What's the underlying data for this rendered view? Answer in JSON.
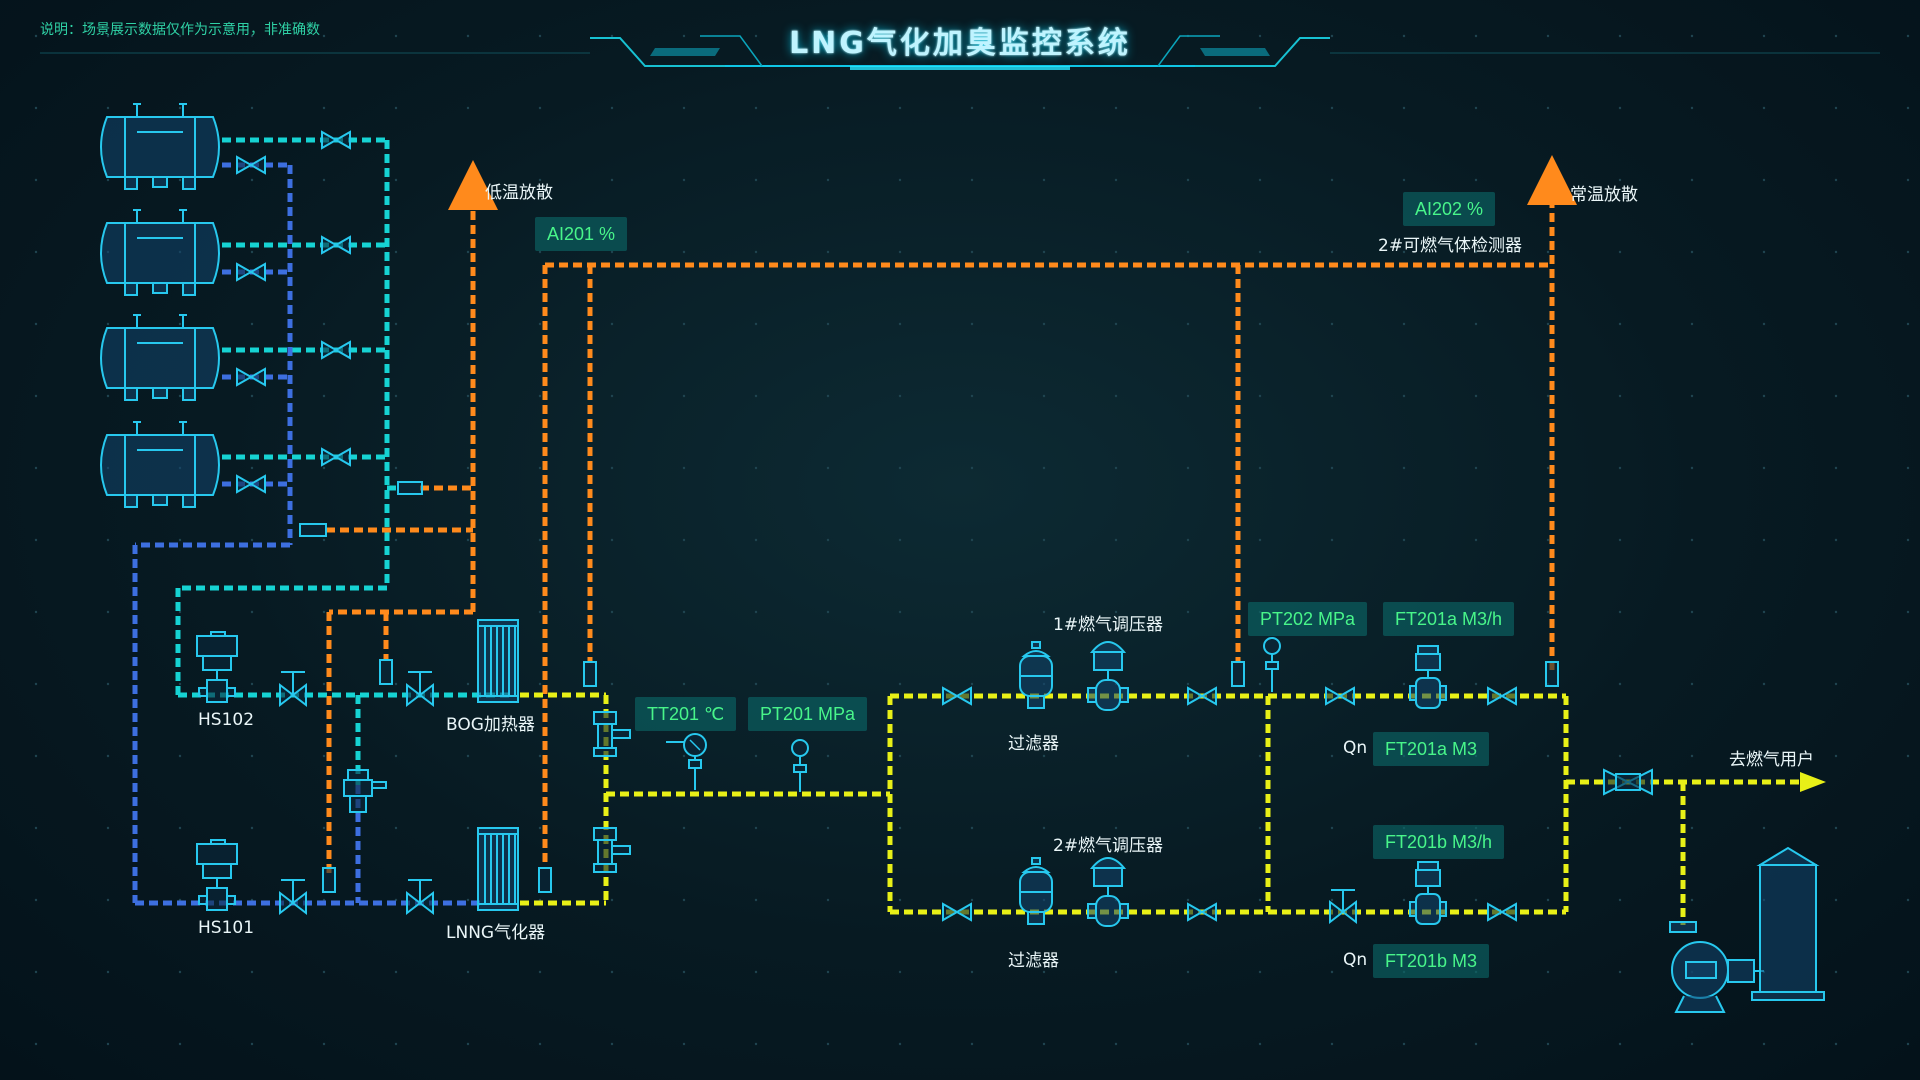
{
  "header": {
    "title": "LNG气化加臭监控系统",
    "note": "说明：场景展示数据仅作为示意用，非准确数"
  },
  "labels": {
    "low_vent": "低温放散",
    "normal_vent": "常温放散",
    "detector": "2#可燃气体检测器",
    "hs102": "HS102",
    "hs101": "HS101",
    "bog_heater": "BOG加热器",
    "lnng_vaporizer": "LNNG气化器",
    "regulator1": "1#燃气调压器",
    "regulator2": "2#燃气调压器",
    "filter1": "过滤器",
    "filter2": "过滤器",
    "to_users": "去燃气用户",
    "qn1": "Qn",
    "qn2": "Qn"
  },
  "tags": {
    "ai201": "AI201 %",
    "ai202": "AI202 %",
    "tt201": "TT201 ℃",
    "pt201": "PT201 MPa",
    "pt202": "PT202 MPa",
    "ft201a_flow": "FT201a M3/h",
    "ft201a_total": "FT201a M3",
    "ft201b_flow": "FT201b M3/h",
    "ft201b_total": "FT201b M3"
  },
  "colors": {
    "cyan": "#16d3d3",
    "blue": "#3d6fe0",
    "orange": "#ff8a1c",
    "yellow": "#e8f017",
    "equipment": "#27c8ee",
    "tag_text": "#48f58a"
  }
}
